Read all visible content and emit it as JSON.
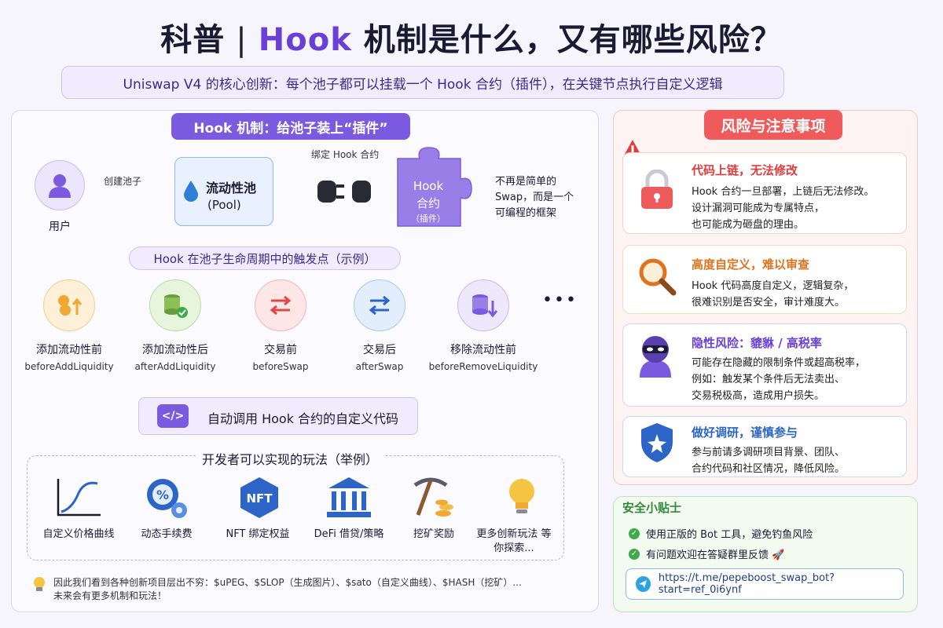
{
  "title": {
    "prefix": "科普",
    "highlight": "Hook",
    "rest": "机制是什么，又有哪些风险？"
  },
  "subtitle": "Uniswap V4 的核心创新：每个池子都可以挂载一个 Hook 合约（插件），在关键节点执行自定义逻辑",
  "mechanism": {
    "title": "Hook 机制：给池子装上“插件”",
    "user_label": "用户",
    "create_label": "创建池子",
    "pool_name": "流动性池",
    "pool_en": "(Pool)",
    "bind_label": "绑定 Hook 合约",
    "hook_line1": "Hook",
    "hook_line2": "合约",
    "hook_line3": "（插件）",
    "not_simple": "不再是简单的 Swap，而是一个可编程的框架"
  },
  "lifecycle": {
    "title": "Hook 在池子生命周期中的触发点（示例）",
    "nodes": [
      {
        "zh": "添加流动性前",
        "en": "beforeAddLiquidity"
      },
      {
        "zh": "添加流动性后",
        "en": "afterAddLiquidity"
      },
      {
        "zh": "交易前",
        "en": "beforeSwap"
      },
      {
        "zh": "交易后",
        "en": "afterSwap"
      },
      {
        "zh": "移除流动性前",
        "en": "beforeRemoveLiquidity"
      }
    ],
    "more": "•••",
    "auto_icon": "</>",
    "auto_call": "自动调用 Hook 合约的自定义代码"
  },
  "developer": {
    "title": "开发者可以实现的玩法（举例）",
    "items": [
      {
        "label": "自定义价格曲线",
        "icon": "curve-chart-icon"
      },
      {
        "label": "动态手续费",
        "icon": "percent-gear-icon"
      },
      {
        "label": "NFT 绑定权益",
        "icon": "nft-hexagon-icon"
      },
      {
        "label": "DeFi 借贷/策略",
        "icon": "bank-icon"
      },
      {
        "label": "挖矿奖励",
        "icon": "pickaxe-coins-icon"
      },
      {
        "label": "更多创新玩法 等你探索...",
        "icon": "lightbulb-icon"
      }
    ],
    "nft_text": "NFT",
    "percent_text": "%",
    "note_line1": "因此我们看到各种创新项目层出不穷：$uPEG、$SLOP（生成图片）、$sato（自定义曲线）、$HASH（挖矿）...",
    "note_line2": "未来会有更多机制和玩法！"
  },
  "risks": {
    "title": "风险与注意事项",
    "cards": [
      {
        "title": "代码上链，无法修改",
        "body": [
          "Hook 合约一旦部署，上链后无法修改。",
          "设计漏洞可能成为专属特点，",
          "也可能成为砸盘的理由。"
        ],
        "title_color": "#e23b3b",
        "icon": "lock-icon"
      },
      {
        "title": "高度自定义，难以审查",
        "body": [
          "Hook 代码高度自定义，逻辑复杂，",
          "很难识别是否安全，审计难度大。"
        ],
        "title_color": "#e0731f",
        "icon": "magnifier-icon"
      },
      {
        "title": "隐性风险：貔貅 / 高税率",
        "body": [
          "可能存在隐藏的限制条件或超高税率，",
          "例如：触发某个条件后无法卖出、",
          "交易税极高，造成用户损失。"
        ],
        "title_color": "#6a3fd8",
        "icon": "thief-icon"
      },
      {
        "title": "做好调研，谨慎参与",
        "body": [
          "参与前请多调研项目背景、团队、",
          "合约代码和社区情况，降低风险。"
        ],
        "title_color": "#2c64c8",
        "icon": "shield-icon"
      }
    ]
  },
  "tips": {
    "title": "安全小贴士",
    "items": [
      "使用正版的 Bot 工具，避免钓鱼风险",
      "有问题欢迎在答疑群里反馈 🚀"
    ],
    "link": "https://t.me/pepeboost_swap_bot?start=ref_0i6ynf"
  },
  "colors": {
    "accent": "#7b5ae0",
    "danger": "#ef5b5b",
    "success": "#3faa4a",
    "pool": "#8fb8ec"
  }
}
